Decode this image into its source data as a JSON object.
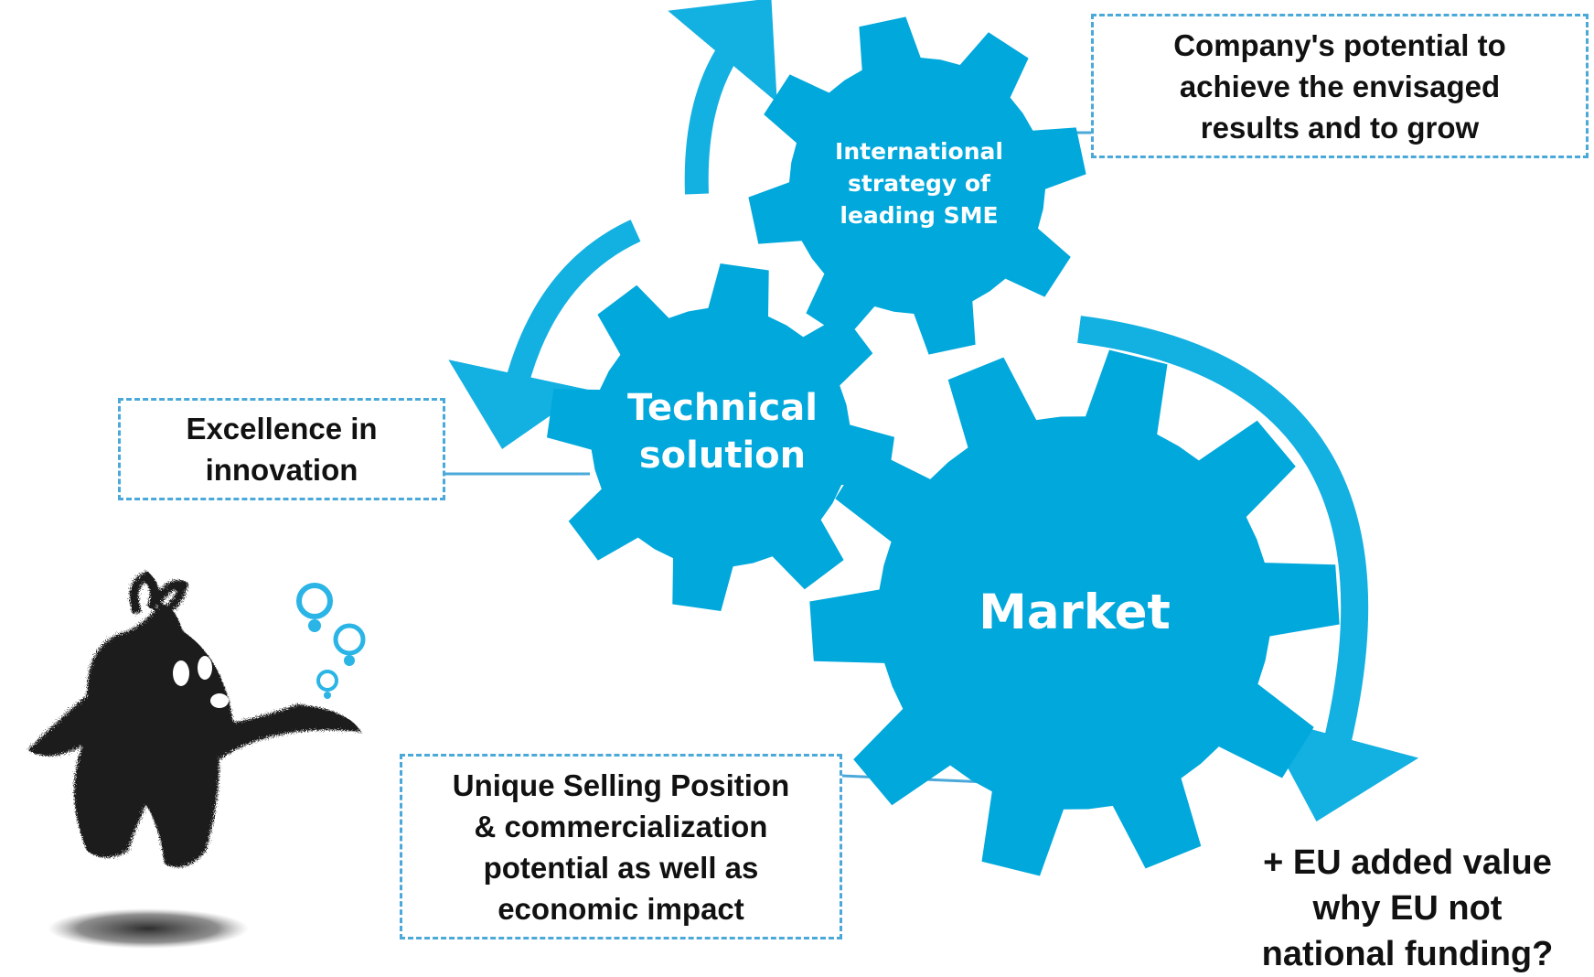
{
  "colors": {
    "gear": "#00a8dc",
    "arrow": "#13b0e2",
    "callout_border": "#4aa9d9",
    "bulb": "#2ab5e6",
    "text": "#111111"
  },
  "gears": {
    "international": "International\nstrategy of\nleading SME",
    "technical": "Technical\nsolution",
    "market": "Market"
  },
  "callouts": {
    "company_potential": "Company's potential to\nachieve the envisaged\nresults and to grow",
    "excellence": "Excellence in\ninnovation",
    "usp": "Unique Selling Position\n& commercialization\npotential as well as\neconomic impact"
  },
  "eu_note": "+ EU added value\nwhy EU not\nnational funding?",
  "illustration": {
    "character": "ink-creature",
    "bulbs": [
      "lightbulb-icon",
      "lightbulb-icon",
      "lightbulb-icon"
    ]
  }
}
